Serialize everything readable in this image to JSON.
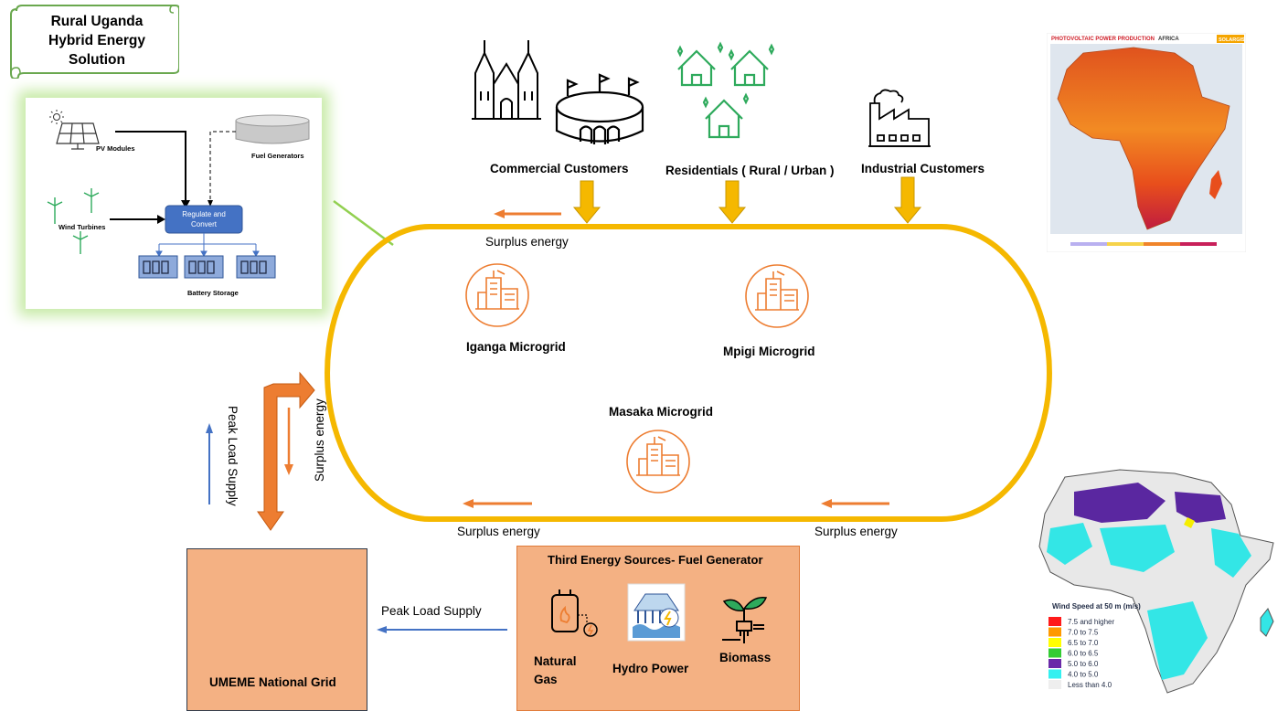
{
  "title": {
    "line1": "Rural Uganda",
    "line2": "Hybrid Energy",
    "line3": "Solution"
  },
  "inset": {
    "pv_modules": "PV Modules",
    "fuel_generators": "Fuel Generators",
    "wind_turbines": "Wind Turbines",
    "regulate_line1": "Regulate and",
    "regulate_line2": "Convert",
    "battery_storage": "Battery Storage"
  },
  "customers": {
    "commercial": "Commercial Customers",
    "residential": "Residentials ( Rural / Urban )",
    "industrial": "Industrial Customers"
  },
  "microgrids": {
    "iganga": "Iganga Microgrid",
    "mpigi": "Mpigi Microgrid",
    "masaka": "Masaka Microgrid"
  },
  "flows": {
    "surplus_top": "Surplus energy",
    "surplus_bottom_left": "Surplus energy",
    "surplus_bottom_right": "Surplus energy",
    "surplus_vertical": "Surplus energy",
    "peak_vertical": "Peak Load Supply",
    "peak_horizontal": "Peak Load Supply"
  },
  "grid": {
    "label": "UMEME National Grid"
  },
  "third": {
    "title": "Third Energy Sources- Fuel Generator",
    "natural_gas_line1": "Natural",
    "natural_gas_line2": "Gas",
    "hydro": "Hydro Power",
    "biomass": "Biomass"
  },
  "solar_map": {
    "title": "PHOTOVOLTAIC POWER PRODUCTION",
    "region": "AFRICA",
    "brand": "SOLARGIS"
  },
  "wind_map": {
    "legend_title": "Wind Speed at 50 m (m/s)",
    "legend": [
      {
        "label": "7.5 and higher",
        "color": "#ff1a1a"
      },
      {
        "label": "7.0 to 7.5",
        "color": "#ff9900"
      },
      {
        "label": "6.5 to 7.0",
        "color": "#ffff00"
      },
      {
        "label": "6.0 to 6.5",
        "color": "#33cc33"
      },
      {
        "label": "5.0 to 6.0",
        "color": "#6a2aa8"
      },
      {
        "label": "4.0 to 5.0",
        "color": "#33f0f0"
      },
      {
        "label": "Less than 4.0",
        "color": "#eeeeee"
      }
    ]
  },
  "colors": {
    "loop": "#f5b800",
    "arrow_orange": "#ed7d31",
    "arrow_gold": "#f5b800",
    "arrow_blue": "#4472c4",
    "box_fill": "#f4b183",
    "icon_green": "#2eaa5c"
  }
}
